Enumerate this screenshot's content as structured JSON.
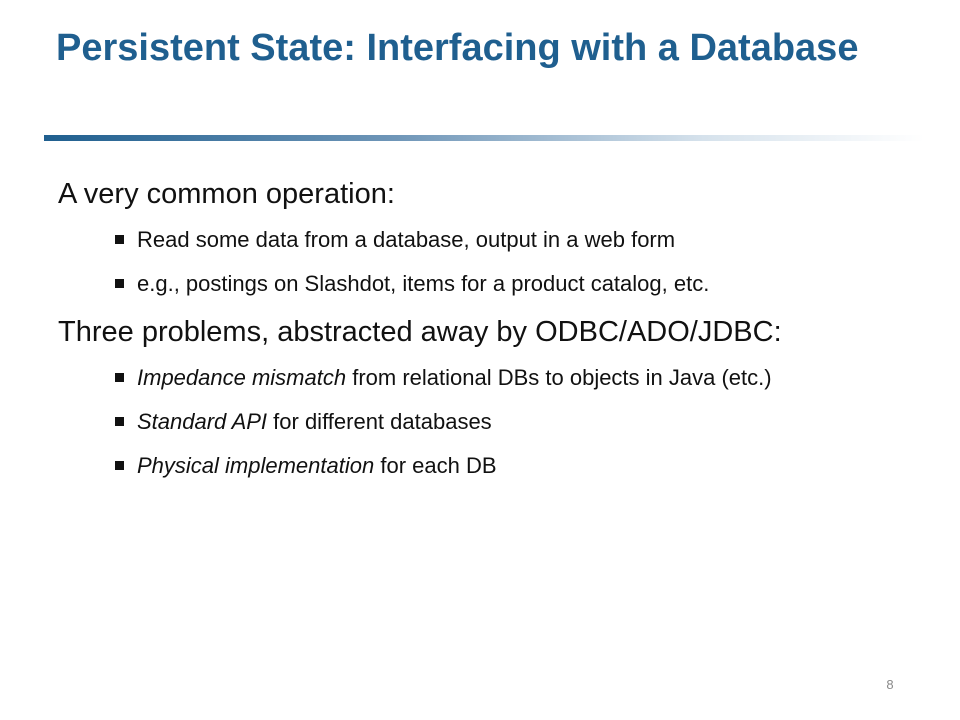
{
  "slide": {
    "title": "Persistent State:  Interfacing with a Database",
    "page_number": "8",
    "colors": {
      "title": "#1f5f8f",
      "text": "#111111",
      "page_number": "#8a8a8a"
    },
    "bullet_icon": "square-bullet-icon",
    "sections": [
      {
        "heading": "A very common operation:",
        "items": [
          {
            "em": "",
            "text": "Read some data from a database, output in a web form"
          },
          {
            "em": "",
            "text": "e.g., postings on Slashdot, items for a product catalog, etc."
          }
        ]
      },
      {
        "heading": "Three problems, abstracted away by ODBC/ADO/JDBC:",
        "items": [
          {
            "em": "Impedance mismatch",
            "text": " from relational DBs to objects in Java (etc.)"
          },
          {
            "em": "Standard API",
            "text": " for different databases"
          },
          {
            "em": "Physical implementation",
            "text": " for each DB"
          }
        ]
      }
    ]
  }
}
